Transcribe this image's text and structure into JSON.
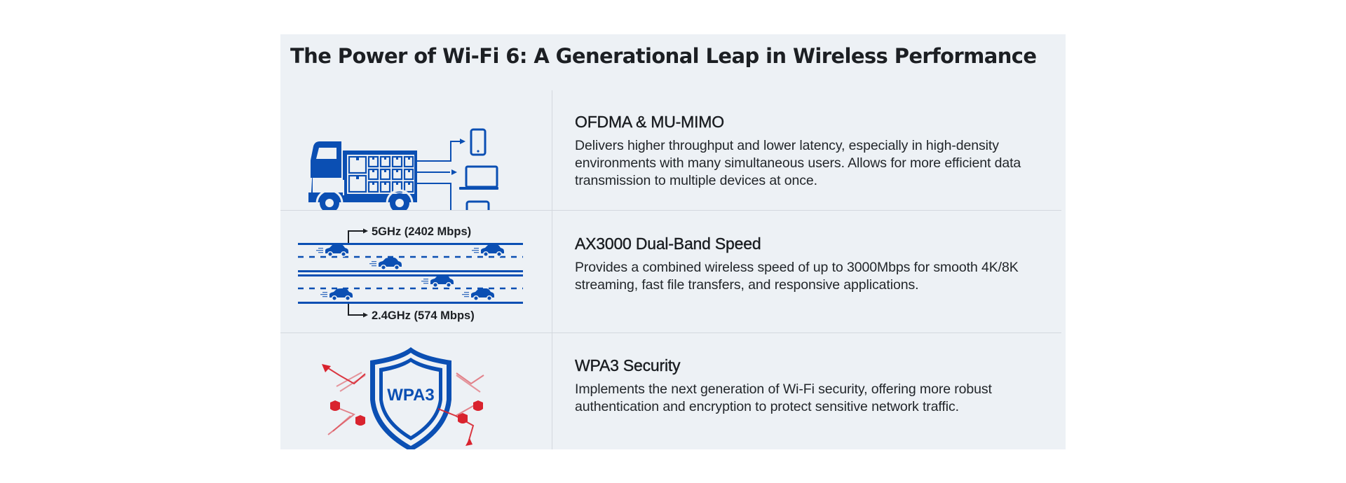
{
  "title": "The Power of Wi-Fi 6: A Generational Leap in Wireless Performance",
  "colors": {
    "brand_blue": "#0b4fb3",
    "threat_red": "#d9232e",
    "panel_bg": "#edf1f5",
    "divider": "#d3d8de",
    "text": "#1c1f23"
  },
  "features": [
    {
      "heading": "OFDMA & MU-MIMO",
      "description": "Delivers higher throughput and lower latency, especially in high-density environments with many simultaneous users. Allows for more efficient data transmission to multiple devices at once.",
      "illustration": "delivery-truck-to-devices",
      "icons": [
        "truck-icon",
        "smartphone-icon",
        "laptop-icon",
        "tablet-icon"
      ]
    },
    {
      "heading": "AX3000 Dual-Band Speed",
      "description": "Provides a combined wireless speed of up to 3000Mbps for smooth 4K/8K streaming, fast file transfers, and responsive applications.",
      "illustration": "dual-highway-lanes",
      "band_5ghz_label": "5GHz (2402 Mbps)",
      "band_24ghz_label": "2.4GHz (574 Mbps)",
      "icons": [
        "car-icon"
      ]
    },
    {
      "heading": "WPA3 Security",
      "description": "Implements the next generation of Wi-Fi security, offering more robust authentication and encryption to protect sensitive network traffic.",
      "illustration": "shield-deflecting-threats",
      "shield_label": "WPA3",
      "icons": [
        "shield-icon",
        "threat-icon"
      ]
    }
  ]
}
